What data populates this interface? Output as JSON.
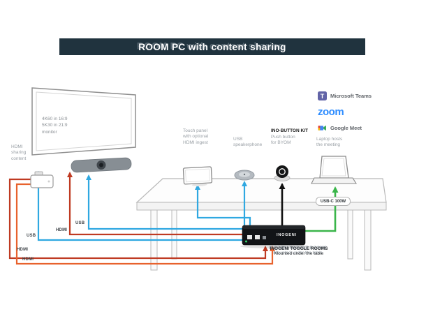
{
  "title": "ROOM PC with content sharing",
  "monitor_label": "4K60 in 16:9\n5K30 in 21:9\nmonitor",
  "hdmi_sharing_label": "HDMI\nsharing\ncontent",
  "devices": {
    "touch_panel_label": "Touch panel\nwith optional\nHDMI ingest",
    "speakerphone_label": "USB\nspeakerphone",
    "ino_button_title": "INO-BUTTON KIT",
    "ino_button_sub": "Push button\nfor BYOM",
    "laptop_label": "Laptop hosts\nthe meeting"
  },
  "platforms": {
    "teams": "Microsoft Teams",
    "zoom": "zoom",
    "meet": "Google Meet"
  },
  "cable_labels": {
    "usb_videobar": "USB",
    "hdmi_monitor": "HDMI",
    "usb_left": "USB",
    "hdmi_left1": "HDMI",
    "hdmi_left2": "HDMI",
    "usbc": "USB-C 100W"
  },
  "box": {
    "brand": "INOGENI",
    "caption_line1": "INOGENI TOGGLE ROOMS",
    "caption_line2": "Mounted under the table"
  },
  "colors": {
    "usb_blue": "#2fa8e1",
    "hdmi_red": "#bf3a22",
    "hdmi_orange": "#e8622d",
    "usbc_green": "#3ab54a",
    "banner": "#20333e",
    "zoom_blue": "#2d8cff",
    "teams_purple": "#6264a7"
  }
}
